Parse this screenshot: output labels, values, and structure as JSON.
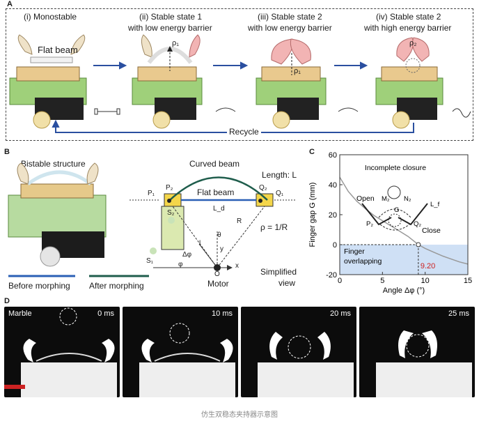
{
  "panelA": {
    "letter": "A",
    "states": [
      {
        "title": "(i) Monostable",
        "subtitle": ""
      },
      {
        "title": "(ii) Stable state 1",
        "subtitle": "with low energy barrier"
      },
      {
        "title": "(iii) Stable state 2",
        "subtitle": "with low energy barrier"
      },
      {
        "title": "(iv) Stable state 2",
        "subtitle": "with high energy barrier"
      }
    ],
    "flat_beam_label": "Flat beam",
    "rho1": "ρ₁",
    "rho2": "ρ₂",
    "recycle_label": "Recycle"
  },
  "panelB": {
    "letter": "B",
    "bistable_label": "Bistable structure",
    "curved_beam_label": "Curved beam",
    "length_label": "Length: L",
    "flat_beam_label": "Flat beam",
    "rho_formula": "ρ = 1/R",
    "simplified_label": "Simplified",
    "view_label": "view",
    "motor_label": "Motor",
    "before_label": "Before morphing",
    "after_label": "After morphing",
    "points": {
      "P1": "P₁",
      "P2": "P₂",
      "Q1": "Q₁",
      "Q2": "Q₂",
      "S1": "S₁",
      "S2": "S₂",
      "O": "O",
      "x": "x",
      "y": "y",
      "Ld": "L_d",
      "R": "R",
      "l": "l",
      "theta": "θ",
      "dphi": "Δφ",
      "phi": "φ"
    },
    "colors": {
      "before": "#2a5fb5",
      "after": "#1f5d4c"
    }
  },
  "panelC": {
    "letter": "C",
    "chart_data": {
      "type": "line",
      "xlabel": "Angle Δφ (°)",
      "ylabel": "Finger gap G (mm)",
      "xlim": [
        0,
        15
      ],
      "ylim": [
        -20,
        60
      ],
      "xticks": [
        0,
        5,
        10,
        15
      ],
      "yticks": [
        -20,
        0,
        20,
        40,
        60
      ],
      "series": [
        {
          "x": [
            0,
            1,
            2,
            3,
            4,
            5,
            6,
            7,
            8,
            9.2,
            10,
            11,
            12,
            13,
            14,
            15
          ],
          "y": [
            45,
            35.5,
            29,
            24,
            19.5,
            16,
            12.5,
            9,
            5.5,
            0,
            -2.5,
            -5,
            -7.5,
            -9.5,
            -11.5,
            -13
          ]
        }
      ],
      "marker_x": 9.2,
      "marker_label": "9.20",
      "annotations": [
        "Incomplete closure",
        "Open",
        "Close",
        "Finger",
        "overlapping"
      ],
      "inset_labels": [
        "M₂",
        "N₂",
        "G",
        "P₂",
        "Q₂",
        "L_f"
      ],
      "grid": false,
      "colors": {
        "curve": "#999999",
        "overlap_fill": "#cfe0f5",
        "marker": "#cc2222"
      }
    }
  },
  "panelD": {
    "letter": "D",
    "frames": [
      {
        "time": "0 ms",
        "tag": "Marble"
      },
      {
        "time": "10 ms",
        "tag": ""
      },
      {
        "time": "20 ms",
        "tag": ""
      },
      {
        "time": "25 ms",
        "tag": ""
      }
    ]
  },
  "caption": "仿生双稳态夹持器示意图"
}
